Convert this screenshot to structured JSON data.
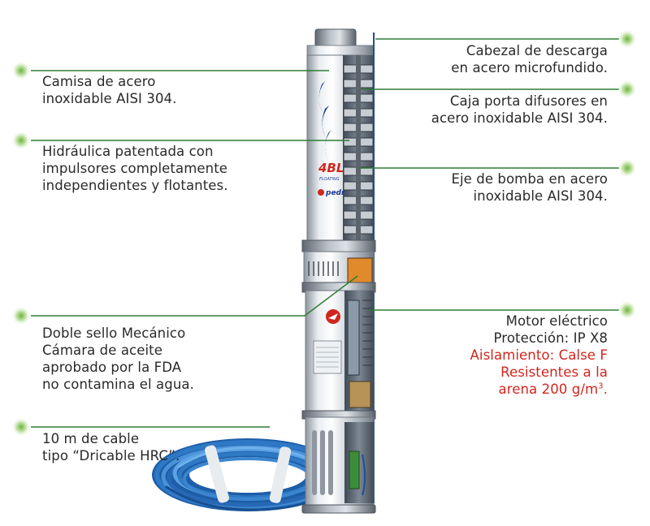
{
  "callouts": {
    "camisa": [
      "Camisa de acero",
      "inoxidable AISI 304."
    ],
    "hidraulica": [
      "Hidráulica patentada con",
      "impulsores completamente",
      "independientes y flotantes."
    ],
    "sello": [
      "Doble sello Mecánico",
      "Cámara de aceite",
      "aprobado por la FDA",
      "no contamina el agua."
    ],
    "cable": [
      "10 m de cable",
      "tipo “Dricable HRC”."
    ],
    "cabezal": [
      "Cabezal de descarga",
      "en acero microfundido."
    ],
    "caja": [
      "Caja porta difusores en",
      "acero inoxidable AISI 304."
    ],
    "eje": [
      "Eje de bomba en acero",
      "inoxidable AISI 304."
    ],
    "motor": {
      "line1": "Motor eléctrico",
      "line2": "Protección: IP X8",
      "line3": "Aislamiento: Calse F",
      "line4": "Resistentes a la",
      "line5": "arena 200 g/m",
      "line5_sup": "3",
      "line5_end": "."
    }
  },
  "pump_brand": {
    "model": "4BL",
    "tagline": "FLOATING",
    "brand": "pedr"
  },
  "colors": {
    "accent_green": "#6ab04c",
    "marker_dot": "#7cc04a",
    "callout_line": "#2e7d32",
    "warning_red": "#d0261e",
    "steel": "#c9ced4",
    "cable_blue": "#2e78c6",
    "brand_blue": "#1b3a8f",
    "brand_red": "#d0261e"
  }
}
